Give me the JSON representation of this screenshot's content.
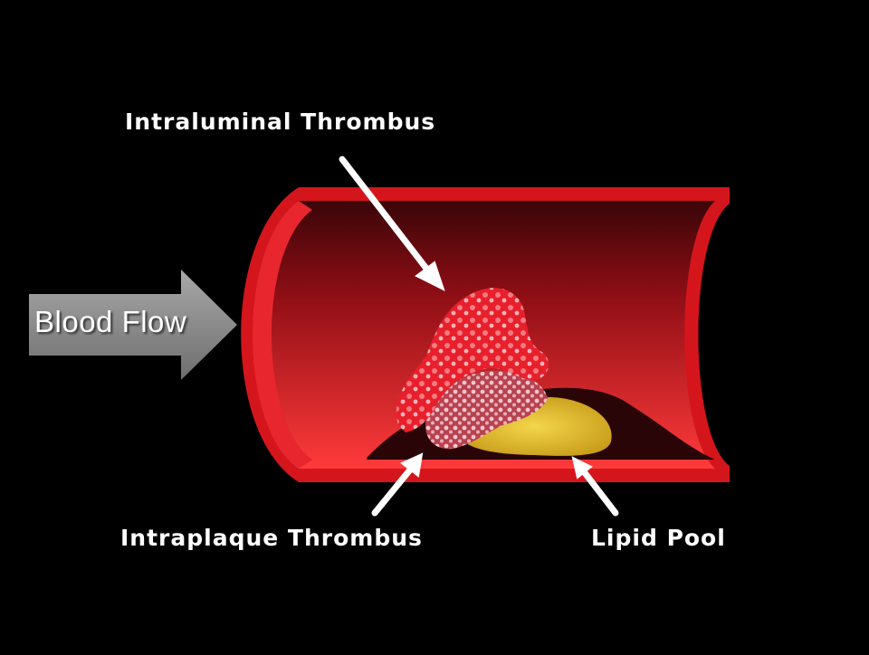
{
  "labels": {
    "intraluminal": "Intraluminal Thrombus",
    "intraplaque": "Intraplaque Thrombus",
    "lipid": "Lipid Pool",
    "flow": "Blood Flow"
  },
  "colors": {
    "background": "#000000",
    "vessel_wall": "#d4161c",
    "lumen": "#b0131a",
    "thrombus": "#ee2a35",
    "plaque_thrombus": "#d98a98",
    "lipid": "#e8c22a",
    "arrow": "#ffffff",
    "flow_arrow": "#8c8c8c"
  }
}
